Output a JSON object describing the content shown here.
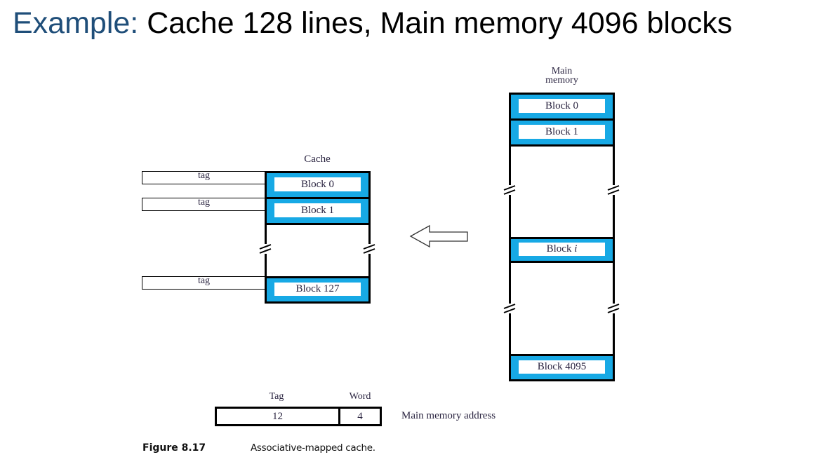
{
  "slide": {
    "title_lead": "Example:",
    "title_rest": " Cache 128 lines, Main memory 4096 blocks"
  },
  "cache": {
    "label": "Cache",
    "tag_label": "tag",
    "blocks": [
      "Block 0",
      "Block 1",
      "Block 127"
    ],
    "lines": 128
  },
  "main_memory": {
    "label_line1": "Main",
    "label_line2": "memory",
    "blocks": [
      "Block 0",
      "Block 1",
      "Block i",
      "Block 4095"
    ],
    "block_count": 4096
  },
  "address_format": {
    "fields": [
      {
        "name": "Tag",
        "bits": "12"
      },
      {
        "name": "Word",
        "bits": "4"
      }
    ],
    "label": "Main memory address"
  },
  "figure": {
    "number": "Figure 8.17",
    "caption": "Associative-mapped cache."
  },
  "colors": {
    "block_fill": "#17a9e5",
    "title_accent": "#1f4e79"
  }
}
